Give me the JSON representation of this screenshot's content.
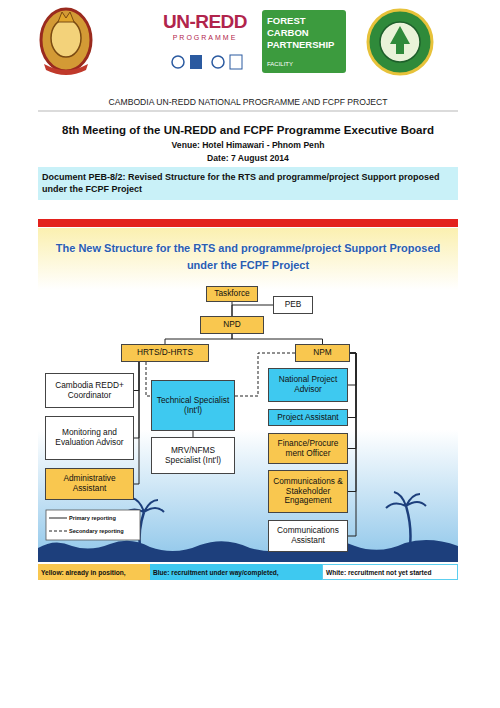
{
  "diagram": {
    "title": "The New Structure for the RTS and programme/project Support Proposed under the FCPF Project",
    "nodes": [
      {
        "text": [
          "Document PEB-8/2: Revised Structure for the RTS and programme/project Support proposed under the FCPF Project"
        ]
      },
      {
        "text": [
          "Taskforce"
        ]
      },
      {
        "text": [
          "PEB"
        ]
      },
      {
        "text": [
          "NPD"
        ]
      },
      {
        "text": [
          "HRTS/D-HRTS"
        ]
      },
      {
        "text": [
          "NPM"
        ]
      },
      {
        "text": [
          "Cambodia REDD+ Coordinator"
        ]
      },
      {
        "text": [
          "Technical Specialist (Int'l)"
        ]
      },
      {
        "text": [
          "National Project Advisor"
        ]
      },
      {
        "text": [
          "Monitoring and Evaluation Advisor"
        ]
      },
      {
        "text": [
          "MRV/NFMS Specialist (Int'l)"
        ]
      },
      {
        "text": [
          "Project Assistant"
        ]
      },
      {
        "text": [
          "Finance/Procure ment Officer"
        ]
      },
      {
        "text": [
          "Administrative Assistant"
        ]
      },
      {
        "text": [
          "Communications & Stakeholder Engagement"
        ]
      },
      {
        "text": [
          "Communications Assistant"
        ]
      }
    ],
    "edges": [
      {
        "from": 1,
        "to": 3,
        "arrow": "none"
      },
      {
        "from": 2,
        "to": 3,
        "arrow": "none"
      },
      {
        "from": 3,
        "to": 4,
        "arrow": "none"
      },
      {
        "from": 3,
        "to": 5,
        "arrow": "none"
      },
      {
        "from": 4,
        "to": 6,
        "arrow": "none"
      },
      {
        "from": 4,
        "to": 9,
        "arrow": "none"
      },
      {
        "from": 4,
        "to": 13,
        "arrow": "none"
      },
      {
        "from": 4,
        "to": 7,
        "arrow": "none"
      },
      {
        "from": 5,
        "to": 7,
        "arrow": "none"
      },
      {
        "from": 7,
        "to": 10,
        "arrow": "none"
      },
      {
        "from": 5,
        "to": 8,
        "arrow": "none"
      },
      {
        "from": 5,
        "to": 11,
        "arrow": "none"
      },
      {
        "from": 5,
        "to": 12,
        "arrow": "none"
      },
      {
        "from": 5,
        "to": 14,
        "arrow": "none"
      },
      {
        "from": 5,
        "to": 15,
        "arrow": "none"
      }
    ],
    "labels": [
      "UN-REDD",
      "PROGRAMME",
      "FOREST CARBON PARTNERSHIP",
      "FACILITY",
      "CAMBODIA UN-REDD NATIONAL PROGRAMME AND FCPF PROJECT",
      "8th Meeting of the UN-REDD and FCPF Programme Executive Board",
      "Venue: Hotel Himawari - Phnom Penh",
      "Date: 7 August 2014"
    ],
    "legend": [
      {
        "text": "Primary reporting"
      },
      {
        "text": "Secondary reporting"
      },
      {
        "text": "Yellow: already in position,",
        "color": "#f9c74f"
      },
      {
        "text": "Blue: recruitment under way/completed,",
        "color": "#3ec9f0"
      },
      {
        "text": "White: recruitment not yet started",
        "color": "#ffffff"
      }
    ]
  }
}
